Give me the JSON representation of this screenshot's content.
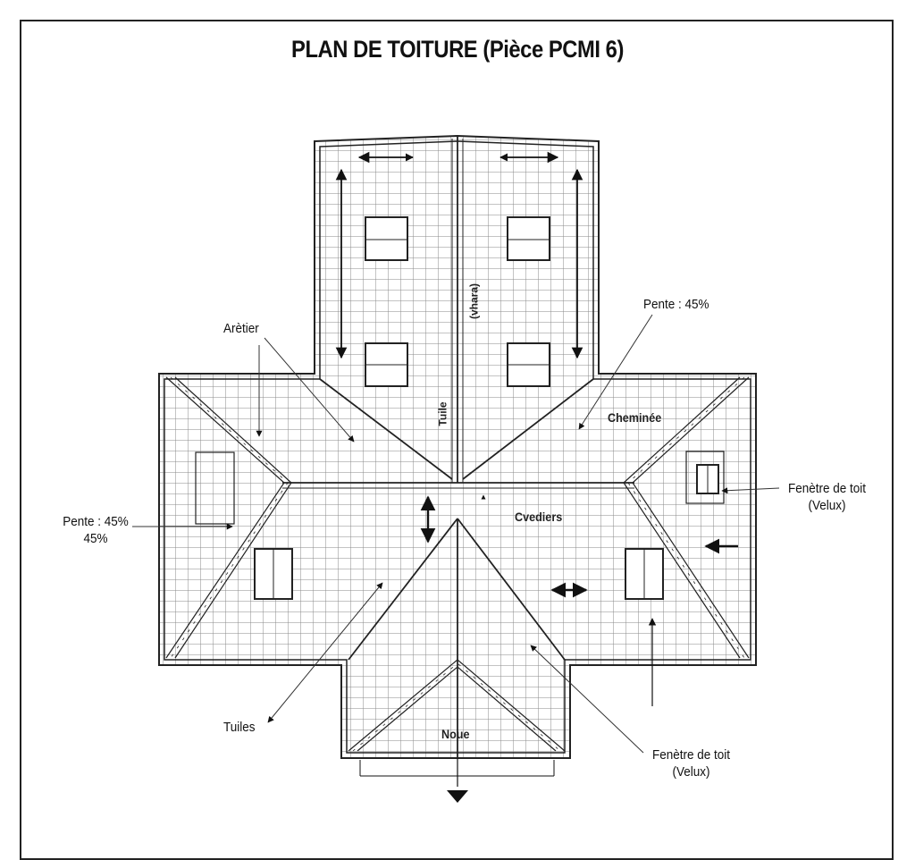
{
  "drawing": {
    "title": "PLAN DE TOITURE (Pièce PCMI 6)",
    "type": "roof-plan",
    "colors": {
      "line": "#222222",
      "grid": "#8a8a8a",
      "background": "#ffffff"
    }
  },
  "labels": {
    "aretier": "Arètier",
    "pente_top_right": "Pente : 45%",
    "cheminee": "Cheminée",
    "pente_left_line1": "Pente : 45%",
    "pente_left_line2": "45%",
    "velux_right_line1": "Fenètre de toit",
    "velux_right_line2": "(Velux)",
    "vediers": "Cvediers",
    "tuiles": "Tuiles",
    "noue": "Noue",
    "velux_bottom_line1": "Fenètre de toit",
    "velux_bottom_line2": "(Velux)",
    "tuile_vertical": "Tuile",
    "vertical_center_text": "(ɐɹɐɥʌ)"
  }
}
